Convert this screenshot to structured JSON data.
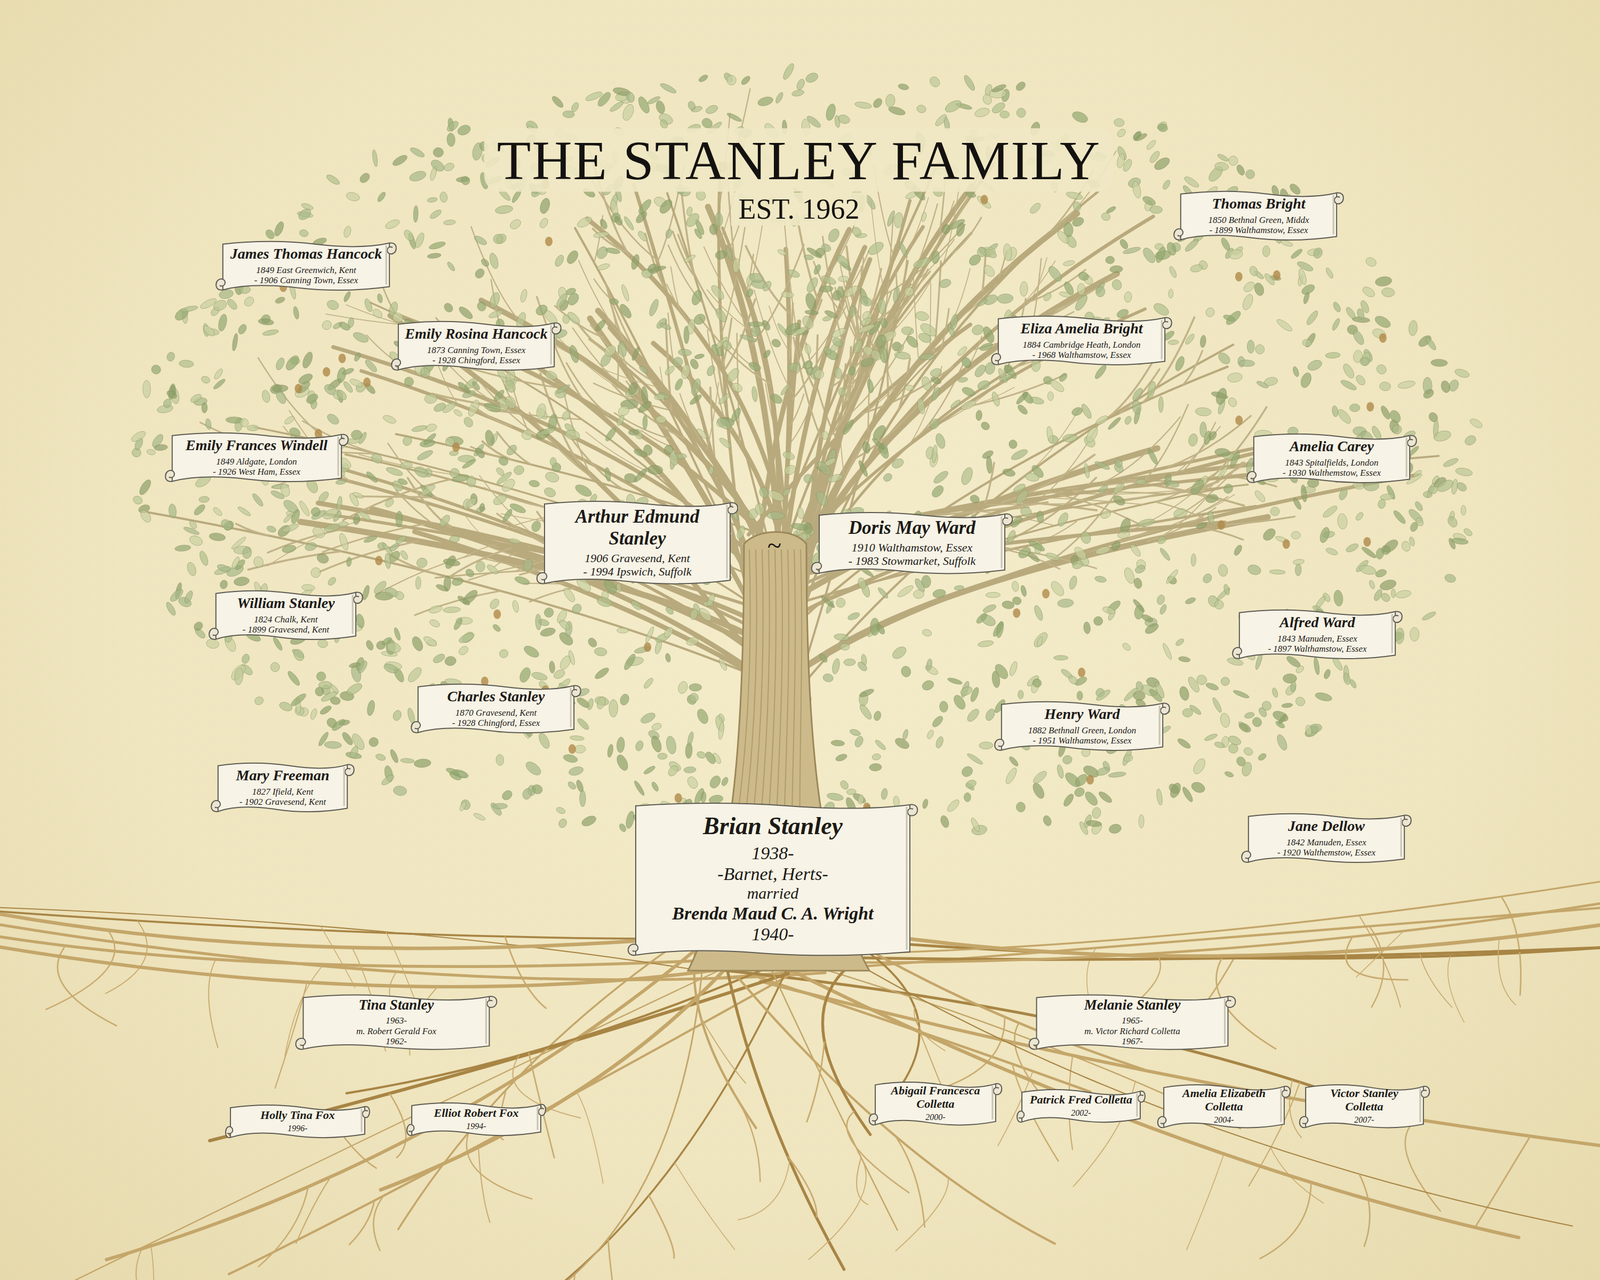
{
  "diagram": {
    "title": "THE STANLEY FAMILY",
    "nodes": [
      {
        "text": [
          "James Thomas Hancock",
          "1849 East Greenwich, Kent",
          "- 1906 Canning Town, Essex"
        ]
      },
      {
        "text": [
          "Thomas Bright",
          "1850 Bethnal Green, Middx",
          "- 1899 Walthamstow, Essex"
        ]
      },
      {
        "text": [
          "Emily Rosina Hancock",
          "1873 Canning Town, Essex",
          "- 1928 Chingford, Essex"
        ]
      },
      {
        "text": [
          "Eliza Amelia Bright",
          "1884 Cambridge Heath, London",
          "- 1968 Walthamstow, Essex"
        ]
      },
      {
        "text": [
          "Emily Frances Windell",
          "1849 Aldgate, London",
          "- 1926 West Ham, Essex"
        ]
      },
      {
        "text": [
          "Amelia Carey",
          "1843 Spitalfields, London",
          "- 1930 Walthemstow, Essex"
        ]
      },
      {
        "text": [
          "Arthur Edmund Stanley",
          "1906 Gravesend, Kent",
          "- 1994 Ipswich, Suffolk"
        ]
      },
      {
        "text": [
          "Doris May Ward",
          "1910 Walthamstow, Essex",
          "- 1983 Stowmarket, Suffolk"
        ]
      },
      {
        "text": [
          "William Stanley",
          "1824 Chalk, Kent",
          "- 1899 Gravesend, Kent"
        ]
      },
      {
        "text": [
          "Alfred Ward",
          "1843 Manuden, Essex",
          "- 1897 Walthamstow, Essex"
        ]
      },
      {
        "text": [
          "Charles Stanley",
          "1870 Gravesend, Kent",
          "- 1928 Chingford, Essex"
        ]
      },
      {
        "text": [
          "Henry Ward",
          "1882 Bethnall Green, London",
          "- 1951 Walthamstow, Essex"
        ]
      },
      {
        "text": [
          "Mary Freeman",
          "1827 Ifield, Kent",
          "- 1902 Gravesend, Kent"
        ]
      },
      {
        "text": [
          "Jane Dellow",
          "1842 Manuden, Essex",
          "- 1920 Walthemstow, Essex"
        ]
      },
      {
        "text": [
          "Brian Stanley",
          "1938-",
          "-Barnet, Herts-",
          "married",
          "Brenda Maud C. A. Wright",
          "1940-"
        ]
      },
      {
        "text": [
          "Tina Stanley",
          "1963-",
          "m. Robert Gerald Fox",
          "1962-"
        ]
      },
      {
        "text": [
          "Melanie Stanley",
          "1965-",
          "m. Victor Richard Colletta",
          "1967-"
        ]
      },
      {
        "text": [
          "Holly Tina Fox",
          "1996-"
        ]
      },
      {
        "text": [
          "Elliot Robert Fox",
          "1994-"
        ]
      },
      {
        "text": [
          "Abigail Francesca Colletta",
          "2000-"
        ]
      },
      {
        "text": [
          "Patrick Fred Colletta",
          "2002-"
        ]
      },
      {
        "text": [
          "Amelia Elizabeth Colletta",
          "2004-"
        ]
      },
      {
        "text": [
          "Victor Stanley Colletta",
          "2007-"
        ]
      }
    ],
    "labels": [
      "EST. 1962",
      "~"
    ]
  }
}
